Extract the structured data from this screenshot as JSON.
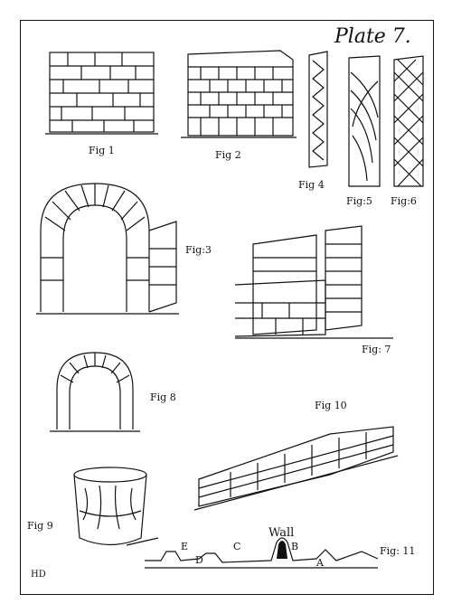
{
  "plate_title": "Plate 7.",
  "figures": {
    "fig1": "Fig 1",
    "fig2": "Fig 2",
    "fig3": "Fig:3",
    "fig4": "Fig 4",
    "fig5": "Fig:5",
    "fig6": "Fig:6",
    "fig7": "Fig: 7",
    "fig8": "Fig 8",
    "fig9": "Fig 9",
    "fig10": "Fig 10",
    "fig11": "Fig: 11"
  },
  "profile_labels": {
    "wall": "Wall",
    "a": "A",
    "b": "B",
    "c": "C",
    "d": "D",
    "e": "E"
  },
  "monogram": "HD"
}
